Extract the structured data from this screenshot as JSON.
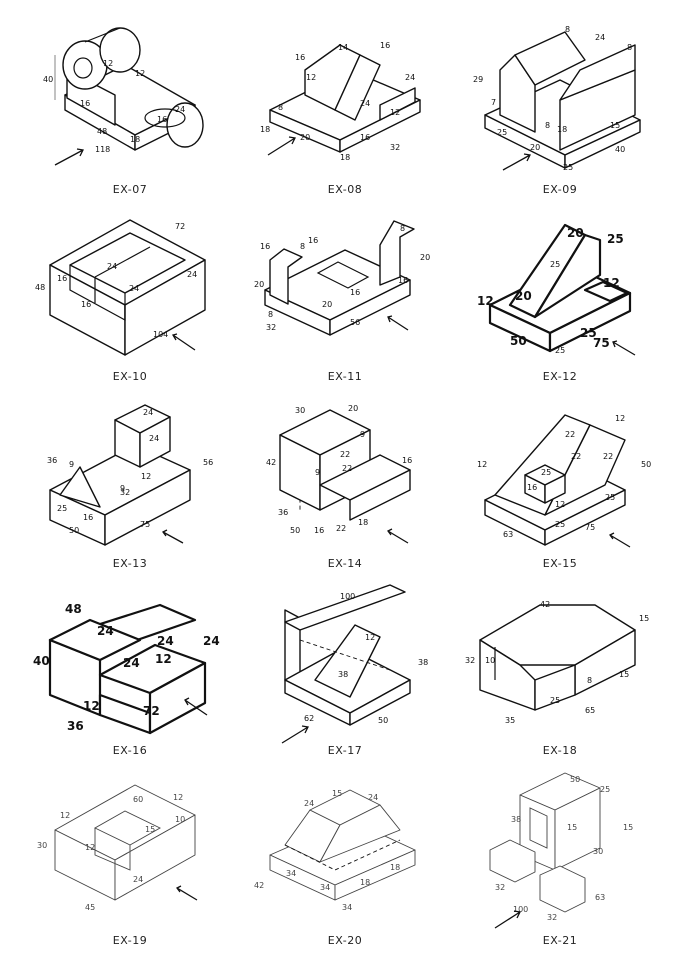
{
  "captions": [
    "EX-07",
    "EX-08",
    "EX-09",
    "EX-10",
    "EX-11",
    "EX-12",
    "EX-13",
    "EX-14",
    "EX-15",
    "EX-16",
    "EX-17",
    "EX-18",
    "EX-19",
    "EX-20",
    "EX-21"
  ],
  "dims": {
    "ex07": [
      "40",
      "12",
      "12",
      "48",
      "118",
      "16",
      "24",
      "18",
      "16"
    ],
    "ex08": [
      "16",
      "14",
      "12",
      "16",
      "18",
      "20",
      "24",
      "24",
      "12",
      "16",
      "18",
      "32",
      "8"
    ],
    "ex09": [
      "8",
      "24",
      "8",
      "29",
      "7",
      "25",
      "8",
      "18",
      "15",
      "20",
      "25",
      "40"
    ],
    "ex10": [
      "72",
      "48",
      "16",
      "16",
      "24",
      "24",
      "24",
      "104"
    ],
    "ex11": [
      "16",
      "8",
      "16",
      "8",
      "20",
      "20",
      "8",
      "16",
      "32",
      "56",
      "20",
      "16"
    ],
    "ex12": [
      "20",
      "25",
      "25",
      "12",
      "12",
      "20",
      "50",
      "25",
      "25",
      "75"
    ],
    "ex13": [
      "24",
      "24",
      "36",
      "9",
      "12",
      "56",
      "9",
      "25",
      "32",
      "16",
      "50",
      "75"
    ],
    "ex14": [
      "30",
      "20",
      "9",
      "42",
      "22",
      "9",
      "22",
      "16",
      "36",
      "50",
      "16",
      "22",
      "18"
    ],
    "ex15": [
      "12",
      "22",
      "22",
      "22",
      "50",
      "12",
      "25",
      "16",
      "25",
      "12",
      "25",
      "63",
      "75"
    ],
    "ex16": [
      "48",
      "24",
      "24",
      "40",
      "24",
      "12",
      "24",
      "12",
      "36",
      "72"
    ],
    "ex17": [
      "100",
      "12",
      "38",
      "38",
      "62",
      "50"
    ],
    "ex18": [
      "42",
      "15",
      "32",
      "10",
      "8",
      "15",
      "25",
      "35",
      "65"
    ],
    "ex19": [
      "12",
      "60",
      "12",
      "30",
      "10",
      "15",
      "12",
      "24",
      "45"
    ],
    "ex20": [
      "24",
      "15",
      "24",
      "42",
      "34",
      "34",
      "18",
      "18",
      "34"
    ],
    "ex21": [
      "50",
      "25",
      "38",
      "15",
      "15",
      "30",
      "32",
      "32",
      "100",
      "63"
    ]
  }
}
